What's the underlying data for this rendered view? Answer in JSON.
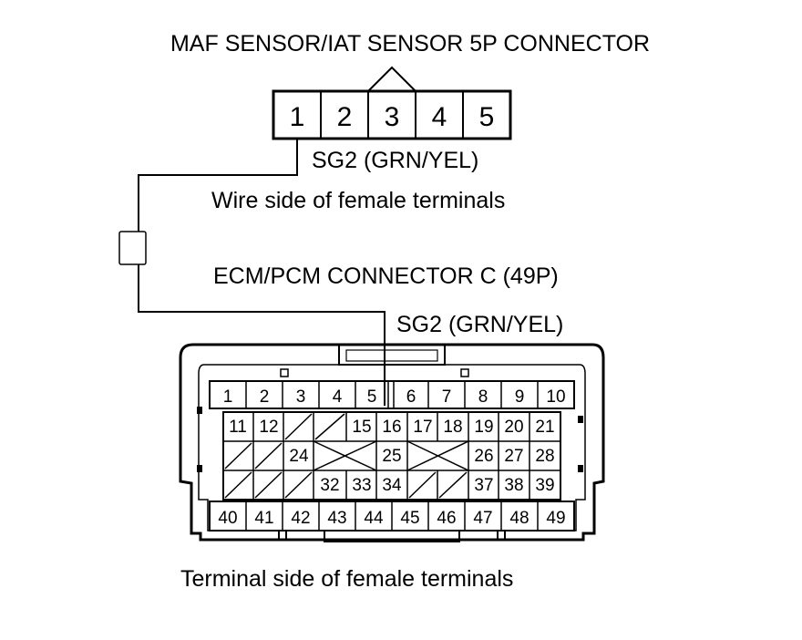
{
  "labels": {
    "maf_title": "MAF SENSOR/IAT SENSOR 5P CONNECTOR",
    "maf_wire": "SG2 (GRN/YEL)",
    "maf_side": "Wire side of female terminals",
    "ecm_title": "ECM/PCM CONNECTOR C (49P)",
    "ecm_wire": "SG2 (GRN/YEL)",
    "ecm_side": "Terminal side of female terminals"
  },
  "maf_pins": [
    "1",
    "2",
    "3",
    "4",
    "5"
  ],
  "ecm_pins": {
    "row1": [
      "1",
      "2",
      "3",
      "4",
      "5",
      "6",
      "7",
      "8",
      "9",
      "10"
    ],
    "row2": [
      "11",
      "12",
      "15",
      "16",
      "17",
      "18",
      "19",
      "20",
      "21"
    ],
    "row3": [
      "24",
      "25",
      "26",
      "27",
      "28"
    ],
    "row4": [
      "32",
      "33",
      "34",
      "37",
      "38",
      "39"
    ],
    "row5": [
      "40",
      "41",
      "42",
      "43",
      "44",
      "45",
      "46",
      "47",
      "48",
      "49"
    ]
  }
}
